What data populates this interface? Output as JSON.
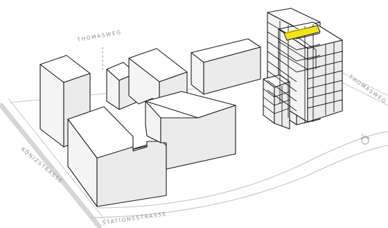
{
  "streets": {
    "thomasweg_top": "THOMASWEG",
    "thomasweg_right": "THOMASWEG",
    "koenizstrasse": "KÖNIZSTRASSE",
    "stationsstrasse": "STATIONSSTRASSE"
  },
  "colors": {
    "highlight": "#f5e31a",
    "street_line": "#c8c8c8",
    "outline": "#1a1a1a"
  },
  "icons": {
    "north_marker": "north-arrow-icon"
  }
}
